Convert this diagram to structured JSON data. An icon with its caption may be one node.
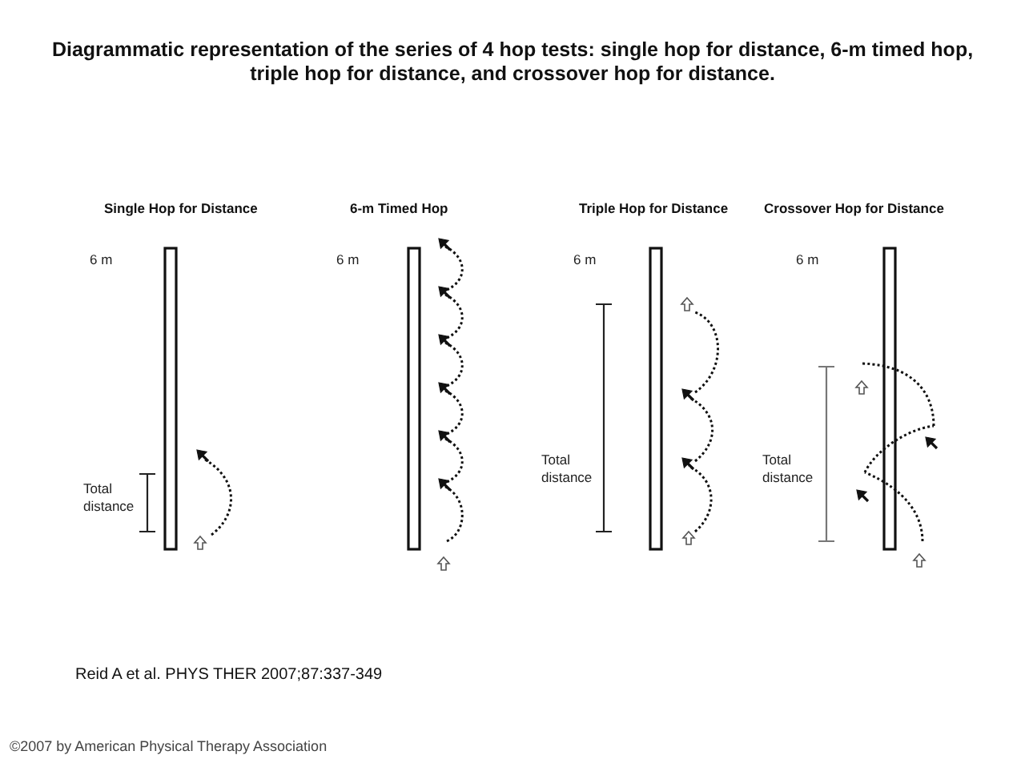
{
  "diagram": {
    "title": "Diagrammatic representation of the series of 4 hop tests: single hop for distance, 6-m timed hop, triple hop for distance, and crossover hop for distance.",
    "labels": [
      "Single Hop for Distance",
      "6 m",
      "Total distance",
      "6-m Timed Hop",
      "6 m",
      "Triple Hop for Distance",
      "6 m",
      "Total distance",
      "Crossover Hop for Distance",
      "6 m",
      "Total distance",
      "Reid A et al. PHYS THER 2007;87:337-349",
      "©2007 by American Physical Therapy Association"
    ]
  }
}
